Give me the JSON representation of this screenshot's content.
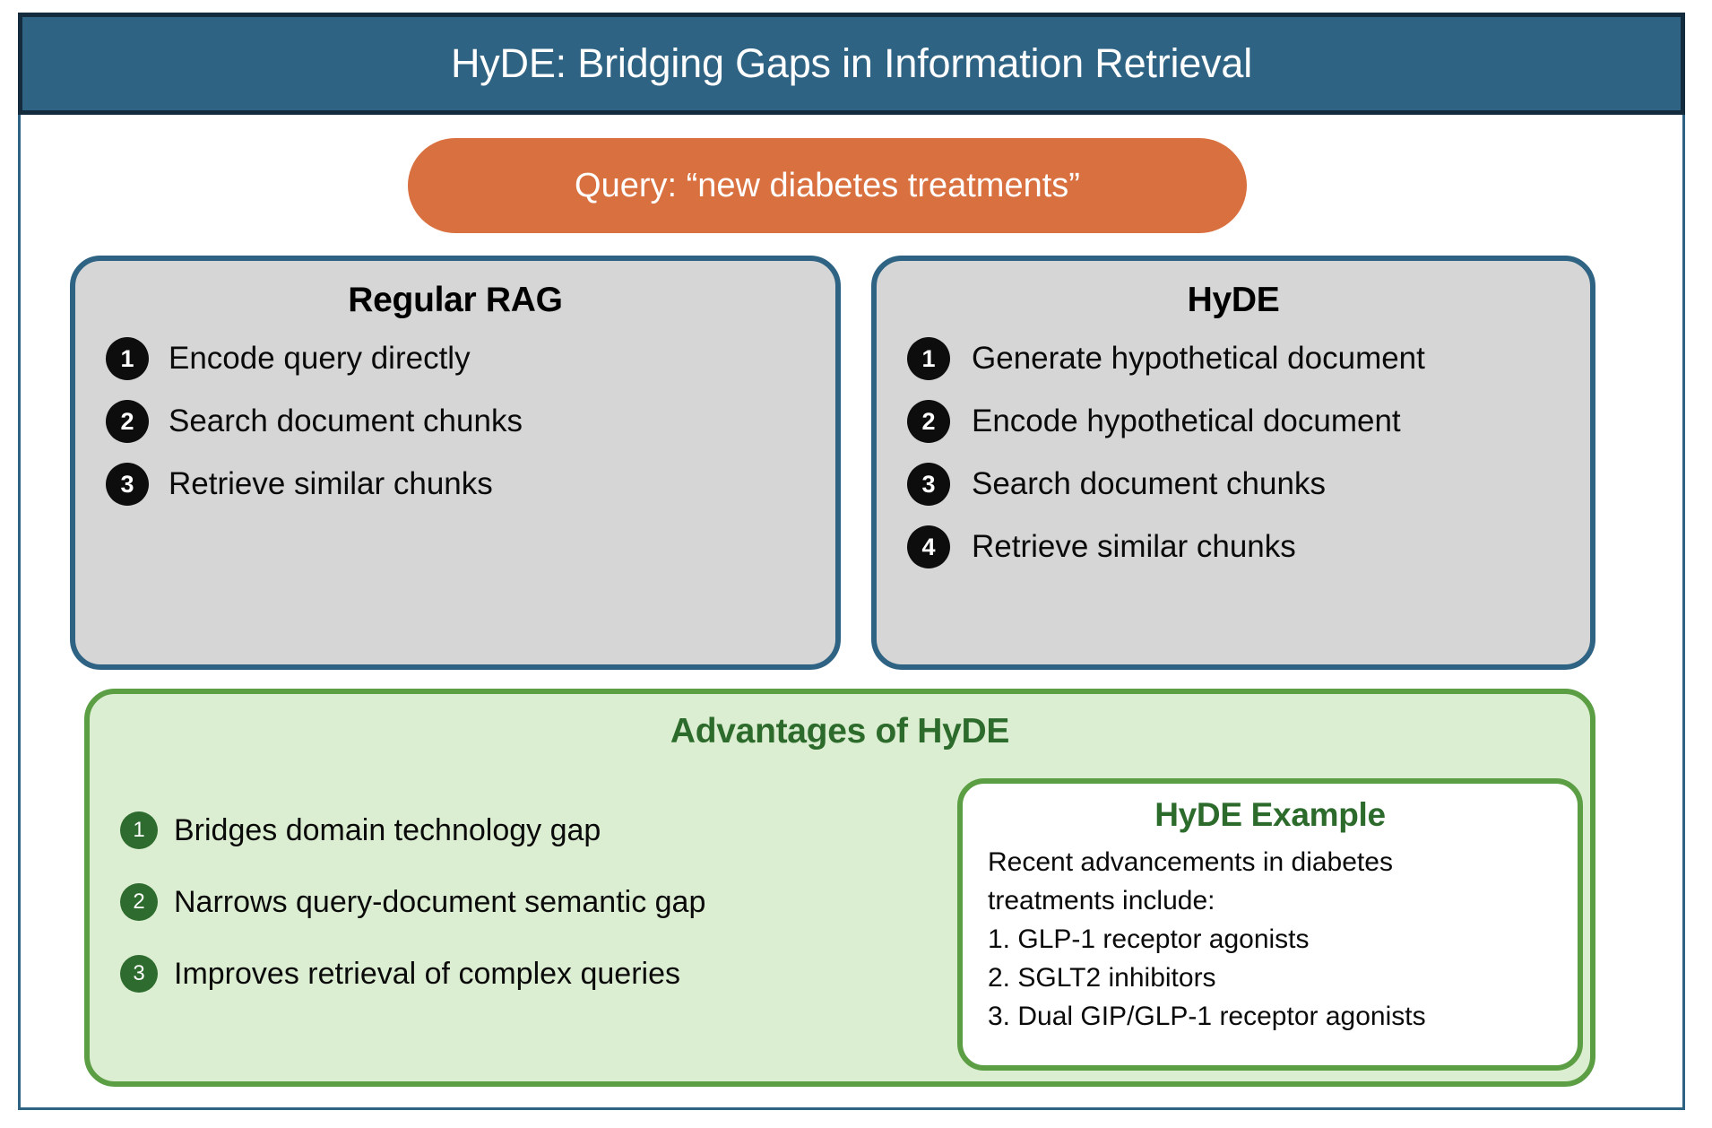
{
  "header": {
    "title": "HyDE: Bridging Gaps in Information Retrieval",
    "bg_color": "#2f6383",
    "border_color": "#132b3c",
    "text_color": "#ffffff"
  },
  "query": {
    "label": "Query: “new diabetes treatments”",
    "pill_color": "#d9703f",
    "text_color": "#ffffff"
  },
  "comparison": {
    "panel_bg": "#d6d6d6",
    "panel_border": "#2f6383",
    "badge_color": "#0d0d0d",
    "panels": [
      {
        "title": "Regular RAG",
        "steps": [
          {
            "number": "1",
            "label": "Encode query directly"
          },
          {
            "number": "2",
            "label": "Search document chunks"
          },
          {
            "number": "3",
            "label": "Retrieve similar chunks"
          }
        ]
      },
      {
        "title": "HyDE",
        "steps": [
          {
            "number": "1",
            "label": "Generate hypothetical document"
          },
          {
            "number": "2",
            "label": "Encode hypothetical document"
          },
          {
            "number": "3",
            "label": "Search document chunks"
          },
          {
            "number": "4",
            "label": " Retrieve similar chunks"
          }
        ]
      }
    ]
  },
  "advantages": {
    "title": "Advantages of HyDE",
    "panel_bg": "#dceed1",
    "panel_border": "#5b9e44",
    "title_color": "#2c6b2c",
    "badge_color": "#2e6b2e",
    "items": [
      {
        "number": "1",
        "label": "Bridges domain technology gap"
      },
      {
        "number": "2",
        "label": "Narrows query-document semantic gap"
      },
      {
        "number": "3",
        "label": "Improves retrieval of complex queries"
      }
    ]
  },
  "example": {
    "title": "HyDE Example",
    "card_bg": "#ffffff",
    "card_border": "#5b9e44",
    "title_color": "#2c6b2c",
    "lines": [
      "Recent advancements in diabetes",
      "treatments include:",
      "1. GLP-1 receptor agonists",
      "2. SGLT2 inhibitors",
      "3. Dual GIP/GLP-1 receptor agonists"
    ]
  }
}
